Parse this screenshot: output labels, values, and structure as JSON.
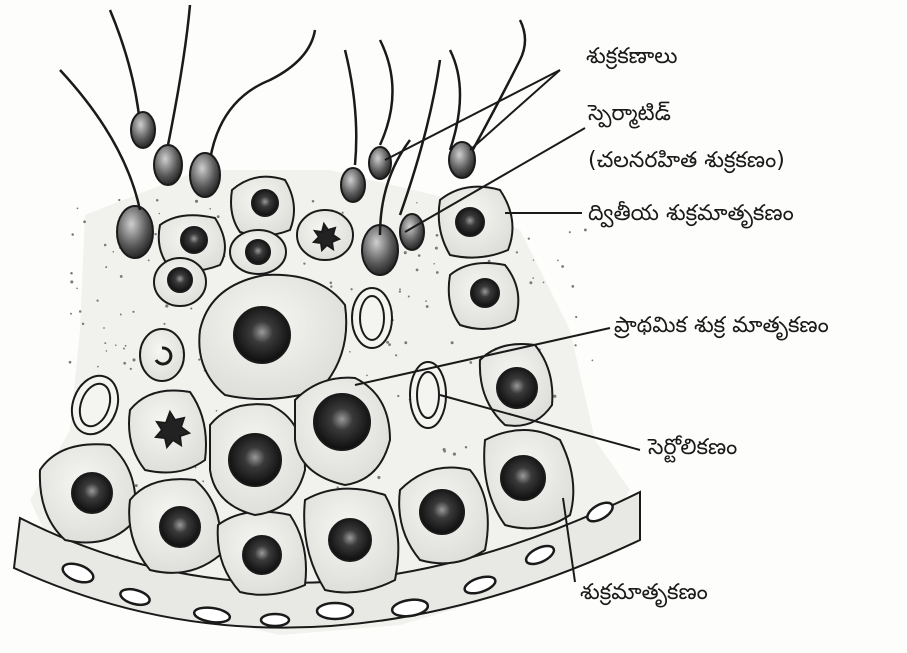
{
  "diagram": {
    "labels": {
      "sperm": "శుక్రకణాలు",
      "spermatid_line1": "స్పెర్మాటిడ్",
      "spermatid_line2": "(చలనరహిత శుక్రకణం)",
      "secondary_spermatocyte": "ద్వితీయ శుక్రమాతృకణం",
      "primary_spermatocyte": "ప్రాథమిక శుక్ర మాతృకణం",
      "sertoli_cell": "సెర్టోలికణం",
      "spermatogonium": "శుక్రమాతృకణం"
    },
    "colors": {
      "ink": "#1a1a1a",
      "cell_fill": "#e9e9e6",
      "matrix_fill": "#f3f3f0",
      "nucleus": "#222222"
    }
  }
}
